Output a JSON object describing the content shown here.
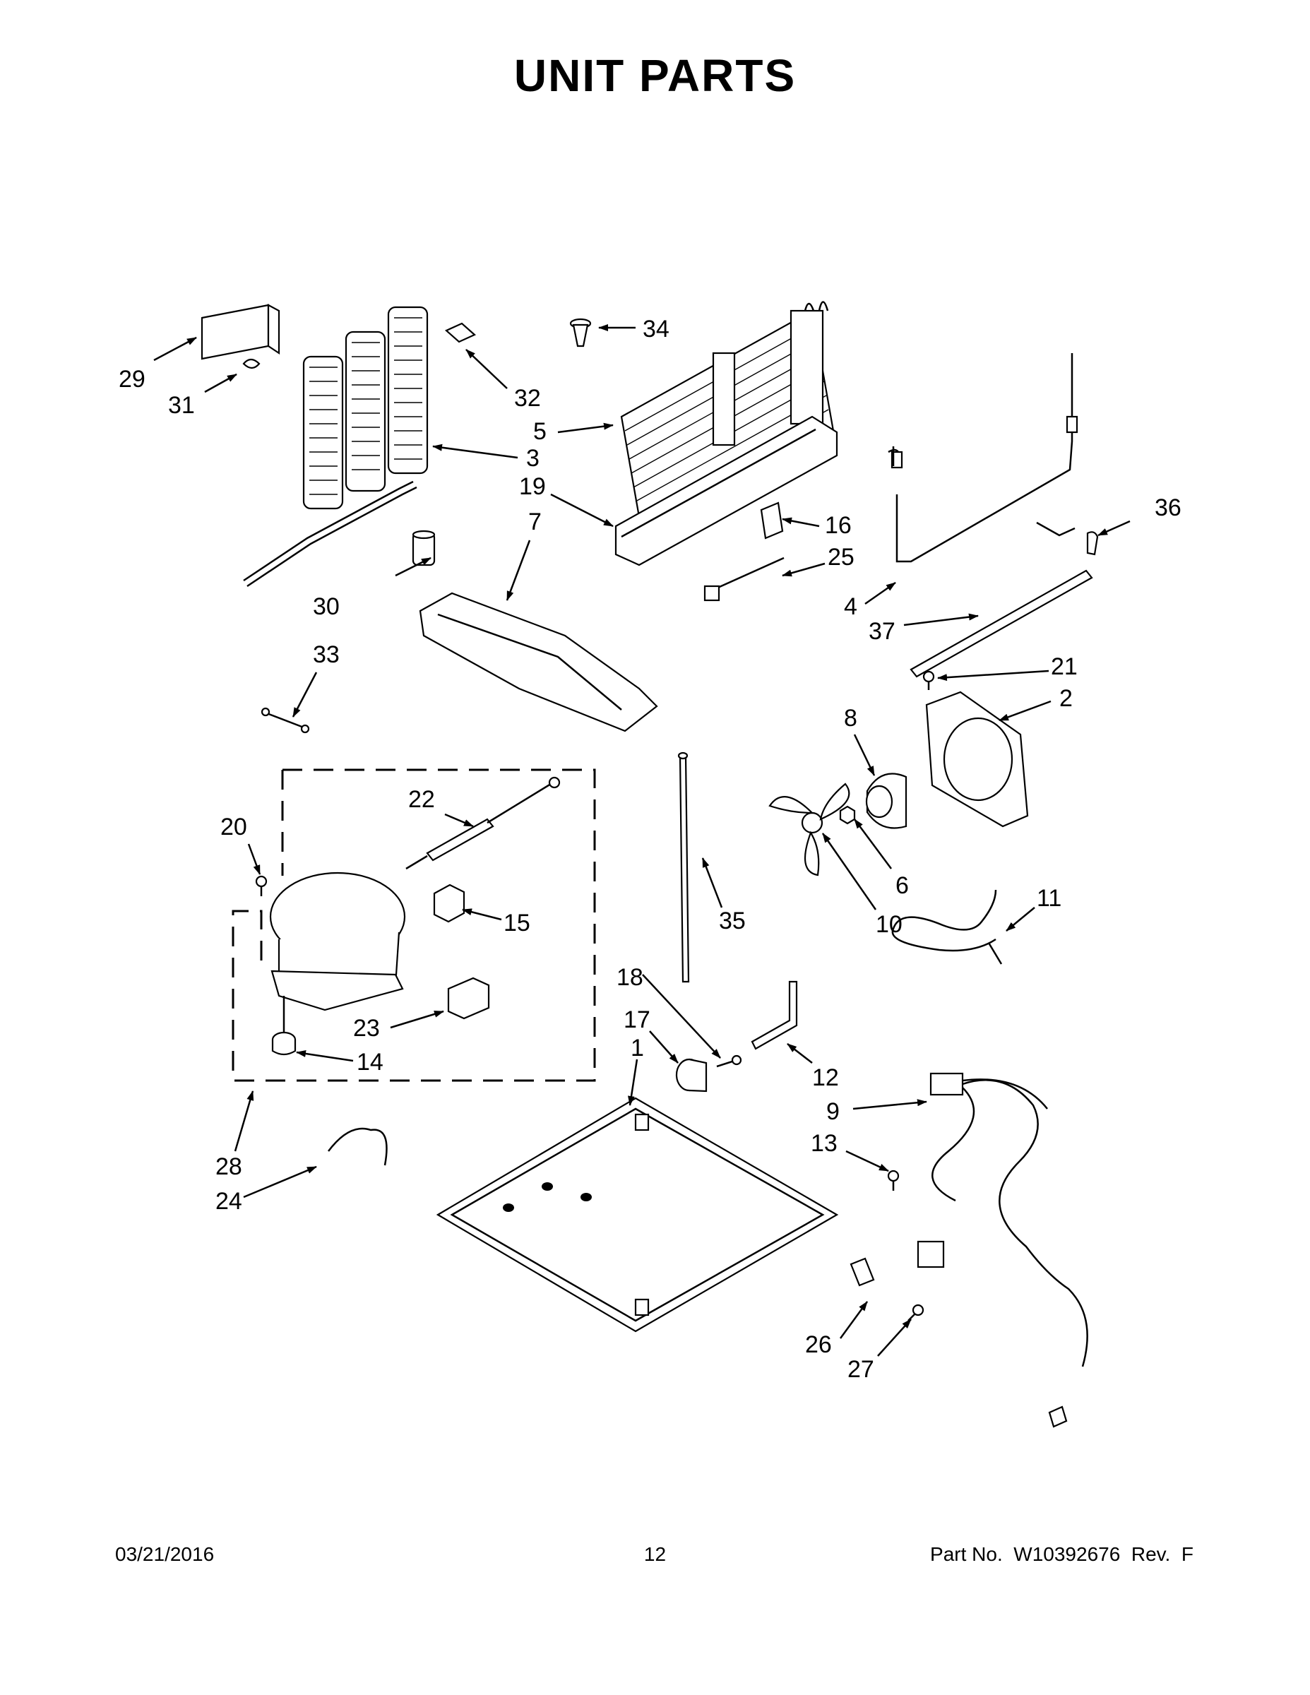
{
  "page": {
    "title": "UNIT PARTS",
    "footer": {
      "date": "03/21/2016",
      "page_number": "12",
      "part_number": "Part No.  W10392676  Rev.  F"
    }
  },
  "callouts": [
    {
      "id": "1",
      "label": "1"
    },
    {
      "id": "2",
      "label": "2"
    },
    {
      "id": "3",
      "label": "3"
    },
    {
      "id": "4",
      "label": "4"
    },
    {
      "id": "5",
      "label": "5"
    },
    {
      "id": "6",
      "label": "6"
    },
    {
      "id": "7",
      "label": "7"
    },
    {
      "id": "8",
      "label": "8"
    },
    {
      "id": "9",
      "label": "9"
    },
    {
      "id": "10",
      "label": "10"
    },
    {
      "id": "11",
      "label": "11"
    },
    {
      "id": "12",
      "label": "12"
    },
    {
      "id": "13",
      "label": "13"
    },
    {
      "id": "14",
      "label": "14"
    },
    {
      "id": "15",
      "label": "15"
    },
    {
      "id": "16",
      "label": "16"
    },
    {
      "id": "17",
      "label": "17"
    },
    {
      "id": "18",
      "label": "18"
    },
    {
      "id": "19",
      "label": "19"
    },
    {
      "id": "20",
      "label": "20"
    },
    {
      "id": "21",
      "label": "21"
    },
    {
      "id": "22",
      "label": "22"
    },
    {
      "id": "23",
      "label": "23"
    },
    {
      "id": "24",
      "label": "24"
    },
    {
      "id": "25",
      "label": "25"
    },
    {
      "id": "26",
      "label": "26"
    },
    {
      "id": "27",
      "label": "27"
    },
    {
      "id": "28",
      "label": "28"
    },
    {
      "id": "29",
      "label": "29"
    },
    {
      "id": "30",
      "label": "30"
    },
    {
      "id": "31",
      "label": "31"
    },
    {
      "id": "32",
      "label": "32"
    },
    {
      "id": "33",
      "label": "33"
    },
    {
      "id": "34",
      "label": "34"
    },
    {
      "id": "35",
      "label": "35"
    },
    {
      "id": "36",
      "label": "36"
    },
    {
      "id": "37",
      "label": "37"
    }
  ]
}
